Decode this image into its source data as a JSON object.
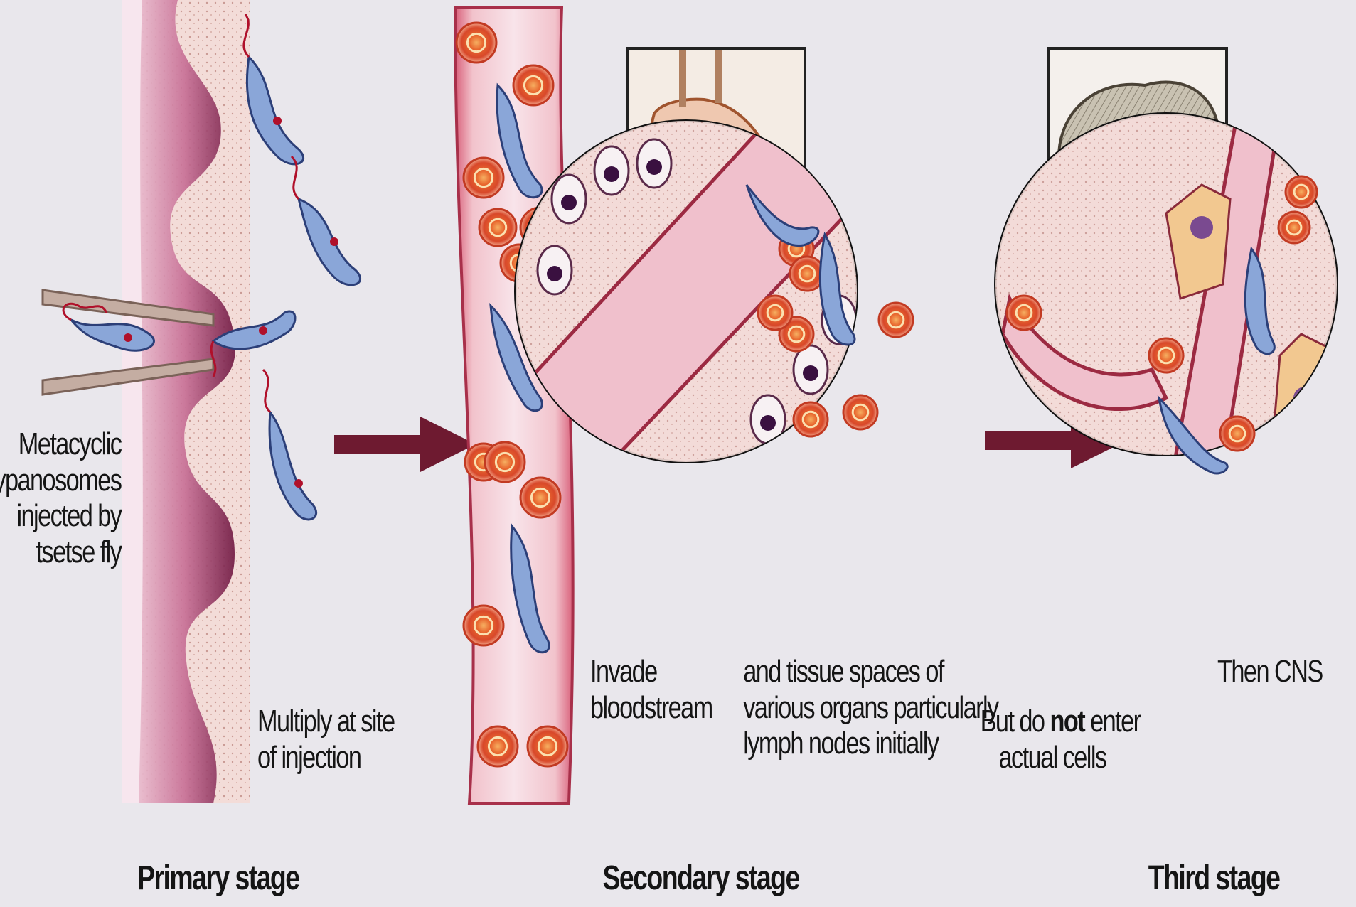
{
  "labels": {
    "metacyclic_line1": "Metacyclic",
    "metacyclic_line2": "trypanosomes",
    "metacyclic_line3": "injected by",
    "metacyclic_line4": "tsetse fly",
    "multiply_line1": "Multiply at site",
    "multiply_line2": "of injection",
    "invade_line1": "Invade",
    "invade_line2": "bloodstream",
    "tissue_line1": "and tissue spaces of",
    "tissue_line2": "various organs particularly",
    "tissue_line3": "lymph nodes initially",
    "notenter_prefix": "But do ",
    "notenter_bold": "not",
    "notenter_suffix": " enter",
    "notenter_line2": "actual cells",
    "cns": "Then CNS"
  },
  "stages": {
    "primary": "Primary stage",
    "secondary": "Secondary stage",
    "third": "Third stage"
  },
  "colors": {
    "arrow": "#6e1a30",
    "skin_dark": "#7a1d44",
    "vessel": "#f0c0c8",
    "rbc": "#e0502a",
    "parasite": "#8aa6d8",
    "flagellum": "#b0102a"
  }
}
